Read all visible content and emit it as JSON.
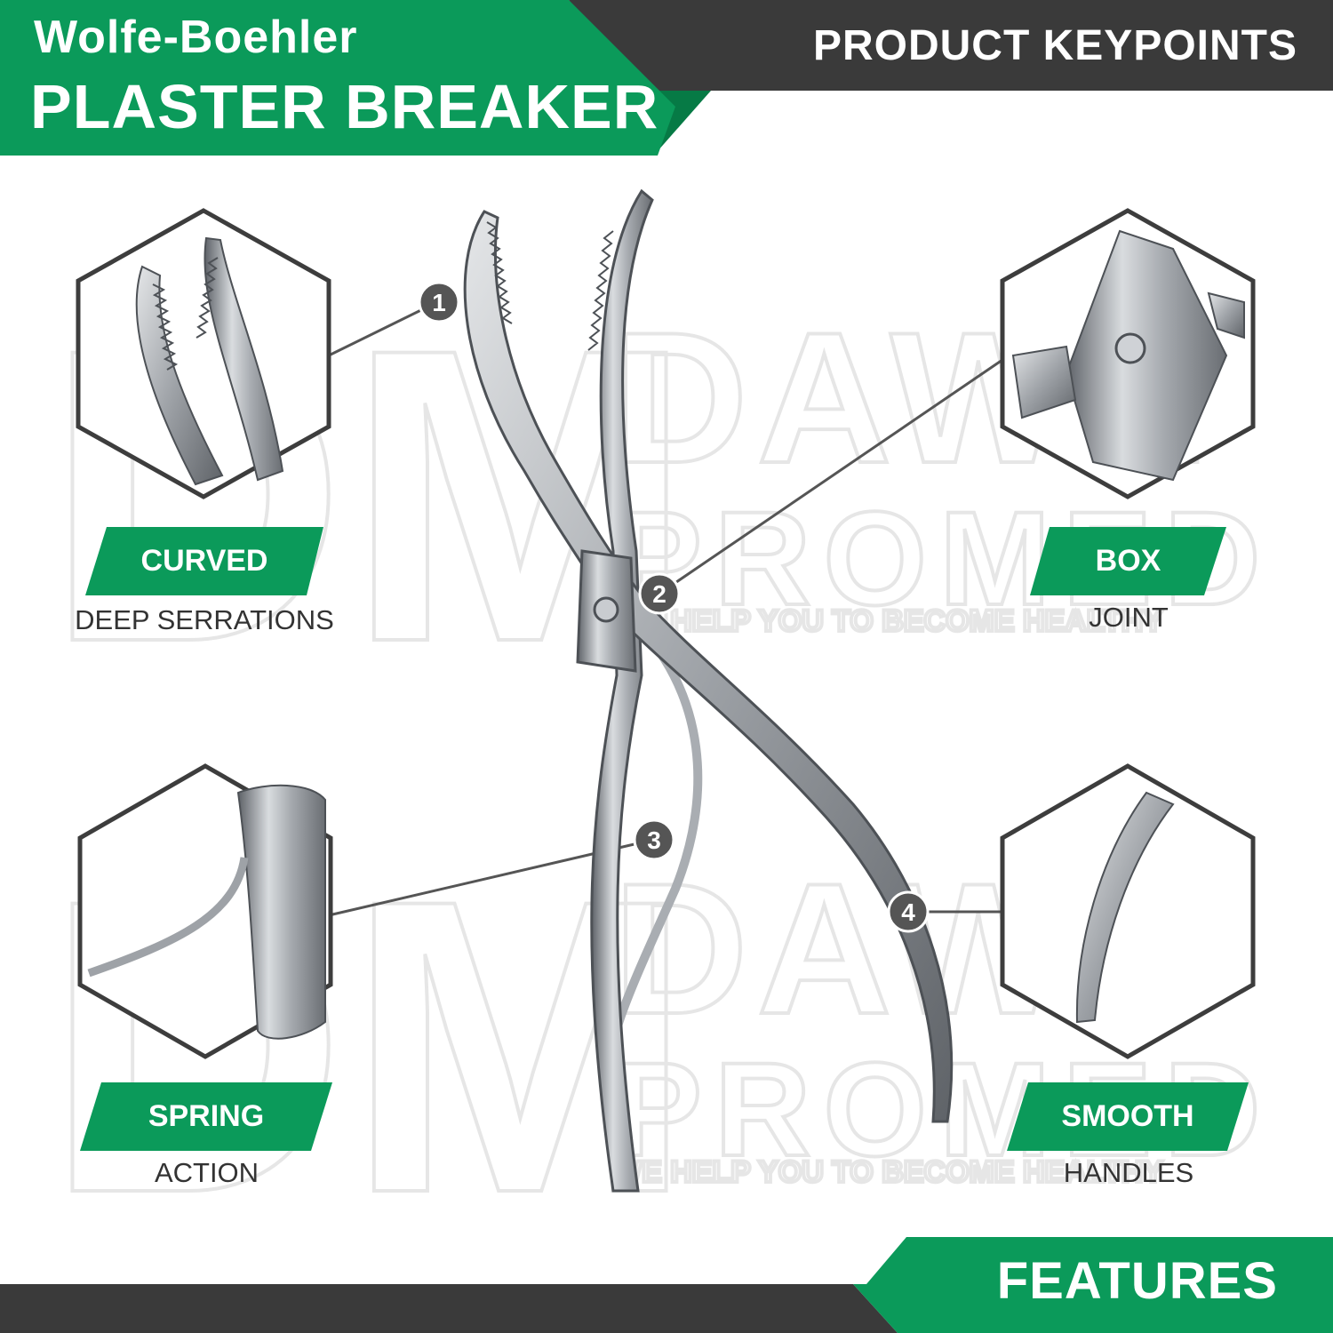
{
  "header": {
    "title_line1": "Wolfe-Boehler",
    "title_line2": "PLASTER BREAKER",
    "keypoints": "PRODUCT KEYPOINTS"
  },
  "footer": {
    "features": "FEATURES"
  },
  "watermark": {
    "logo": "DM",
    "brand_line1": "DAWN",
    "brand_line2": "PROMED",
    "tagline": "WE HELP YOU TO BECOME HEALTHY"
  },
  "features": [
    {
      "number": "1",
      "badge": "CURVED",
      "subtitle": "DEEP SERRATIONS"
    },
    {
      "number": "2",
      "badge": "BOX",
      "subtitle": "JOINT"
    },
    {
      "number": "3",
      "badge": "SPRING",
      "subtitle": "ACTION"
    },
    {
      "number": "4",
      "badge": "SMOOTH",
      "subtitle": "HANDLES"
    }
  ],
  "colors": {
    "brand_green": "#0b9a5a",
    "dark_green": "#067a45",
    "dark_gray": "#3a3a3a",
    "steel": "#9a9ea3",
    "marker": "#555555"
  }
}
